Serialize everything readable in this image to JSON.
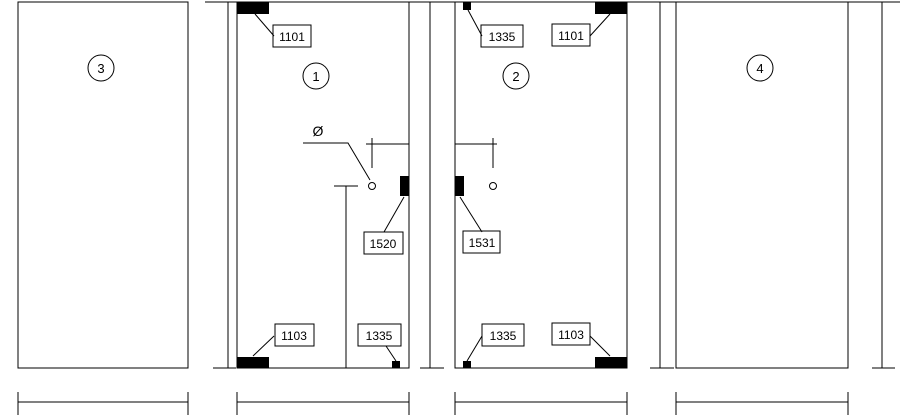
{
  "panels": [
    {
      "id": "panel-3",
      "number": "3"
    },
    {
      "id": "panel-1",
      "number": "1"
    },
    {
      "id": "panel-2",
      "number": "2"
    },
    {
      "id": "panel-4",
      "number": "4"
    }
  ],
  "callouts": {
    "p1_top_hinge": "1101",
    "p1_bottom_hinge": "1103",
    "p1_handle": "1520",
    "p1_bottom_right": "1335",
    "p2_top_left": "1335",
    "p2_top_hinge": "1101",
    "p2_handle": "1531",
    "p2_bottom_left": "1335",
    "p2_bottom_hinge": "1103"
  },
  "diameter_symbol": "Ø"
}
